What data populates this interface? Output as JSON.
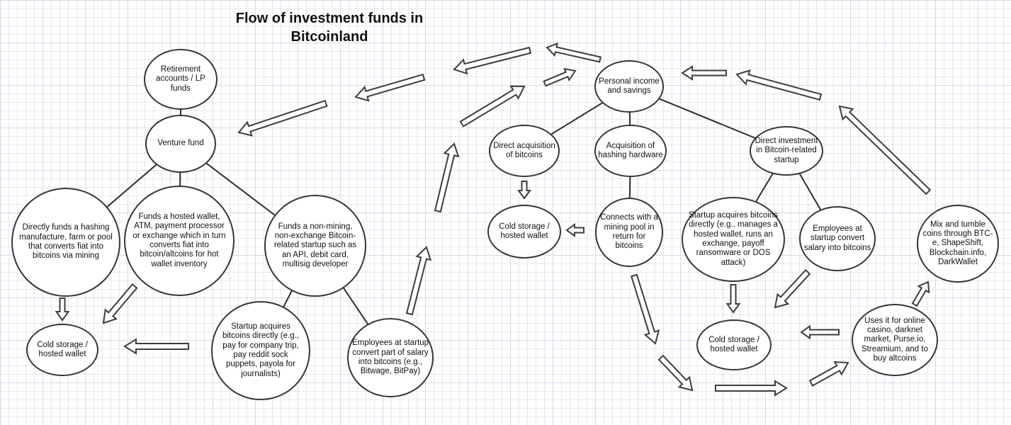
{
  "title": {
    "line1": "Flow of investment funds in",
    "line2": "Bitcoinland"
  },
  "nodes": {
    "retirement": {
      "label": "Retirement accounts / LP funds"
    },
    "venture": {
      "label": "Venture fund"
    },
    "directly_funds": {
      "label": "Directly funds a hashing manufacture, farm or pool that converts fiat into bitcoins via mining"
    },
    "funds_hosted": {
      "label": "Funds a hosted wallet, ATM, payment processor or exchange which in turn converts fiat into bitcoin/altcoins for hot wallet inventory"
    },
    "funds_nonmining": {
      "label": "Funds a non-mining, non-exchange Bitcoin-related startup such as an API, debit card, multisig developer"
    },
    "cold_left": {
      "label": "Cold storage / hosted wallet"
    },
    "startup_left": {
      "label": "Startup acquires bitcoins directly (e.g., pay for company trip, pay reddit sock puppets, payola for journalists)"
    },
    "employees_left": {
      "label": "Employees at startup convert part of salary into bitcoins (e.g., Bitwage, BitPay)"
    },
    "personal": {
      "label": "Personal income and savings"
    },
    "direct_acq": {
      "label": "Direct acquisition of bitcoins"
    },
    "acq_hashing": {
      "label": "Acquisition of hashing hardware"
    },
    "direct_inv": {
      "label": "Direct investment in Bitcoin-related startup"
    },
    "cold_mid": {
      "label": "Cold storage / hosted wallet"
    },
    "connects": {
      "label": "Connects with a mining pool in return for bitcoins"
    },
    "startup_right": {
      "label": "Startup acquires bitcoins directly (e.g., manages a hosted wallet, runs an exchange, payoff ransomware or DOS attack)"
    },
    "employees_right": {
      "label": "Employees at startup convert salary into bitcoins"
    },
    "mix_tumble": {
      "label": "Mix and tumble coins through BTC-e, ShapeShift, Blockchain.info, DarkWallet"
    },
    "cold_right": {
      "label": "Cold storage / hosted wallet"
    },
    "uses_it": {
      "label": "Uses it for online casino, darknet market, Purse.io, Streamium, and to buy altcoins"
    }
  },
  "connections": [
    {
      "from": "retirement",
      "to": "venture"
    },
    {
      "from": "venture",
      "to": "directly_funds"
    },
    {
      "from": "venture",
      "to": "funds_hosted"
    },
    {
      "from": "venture",
      "to": "funds_nonmining"
    },
    {
      "from": "funds_nonmining",
      "to": "startup_left"
    },
    {
      "from": "funds_nonmining",
      "to": "employees_left"
    },
    {
      "from": "personal",
      "to": "direct_acq"
    },
    {
      "from": "personal",
      "to": "acq_hashing"
    },
    {
      "from": "personal",
      "to": "direct_inv"
    },
    {
      "from": "acq_hashing",
      "to": "connects"
    },
    {
      "from": "direct_inv",
      "to": "startup_right"
    },
    {
      "from": "direct_inv",
      "to": "employees_right"
    }
  ],
  "flow_arrows": [
    {
      "from": "personal",
      "to": "venture",
      "note": "top chain of 4 arrows pointing left"
    },
    {
      "from": "employees_left",
      "to": "personal",
      "note": "middle chain of 4 arrows pointing up-right"
    },
    {
      "from": "mix_tumble",
      "to": "personal",
      "note": "right chain of 3 arrows pointing up-left"
    },
    {
      "from": "connects",
      "to": "uses_it",
      "note": "bottom chain of 4 arrows"
    },
    {
      "from": "uses_it",
      "to": "mix_tumble"
    },
    {
      "from": "directly_funds",
      "to": "cold_left"
    },
    {
      "from": "funds_hosted",
      "to": "cold_left"
    },
    {
      "from": "startup_left",
      "to": "cold_left"
    },
    {
      "from": "direct_acq",
      "to": "cold_mid"
    },
    {
      "from": "connects",
      "to": "cold_mid"
    },
    {
      "from": "startup_right",
      "to": "cold_right"
    },
    {
      "from": "employees_right",
      "to": "cold_right"
    },
    {
      "from": "uses_it",
      "to": "cold_right"
    }
  ],
  "colors": {
    "ink": "#363636",
    "node_fill": "#ffffff",
    "grid": "#e7e7f2"
  }
}
